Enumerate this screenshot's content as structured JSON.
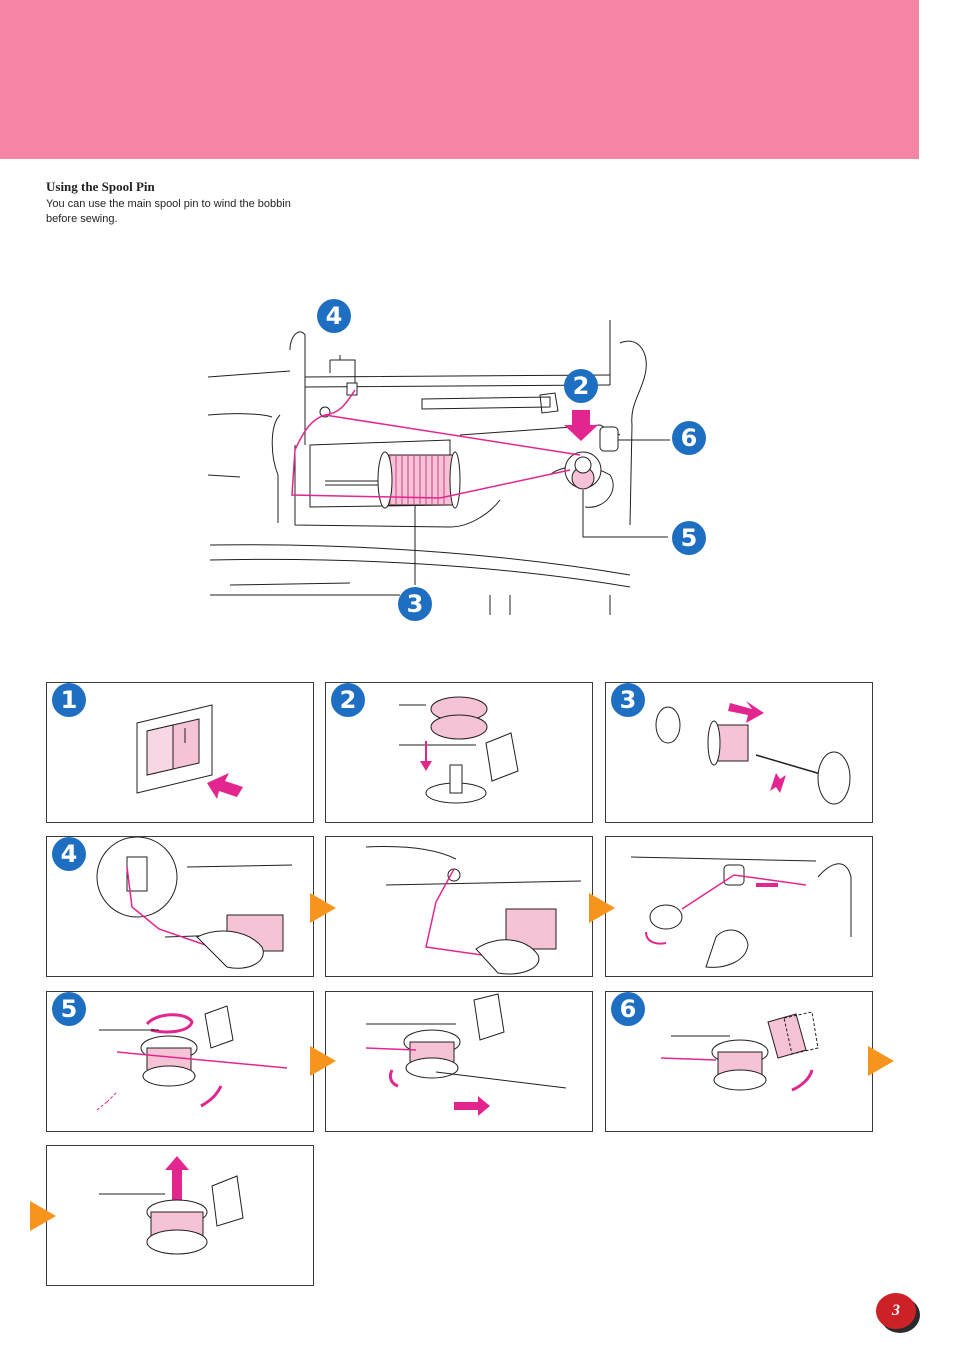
{
  "section": {
    "title": "Using the Spool Pin",
    "description": "You can use the main spool pin to wind the bobbin before sewing."
  },
  "diagram": {
    "callouts": [
      "4",
      "2",
      "6",
      "5",
      "3"
    ]
  },
  "steps": {
    "s1": "1",
    "s2": "2",
    "s3": "3",
    "s4": "4",
    "s5": "5",
    "s6": "6"
  },
  "colors": {
    "header": "#f585a4",
    "badge": "#1e6fc1",
    "thread": "#e3268f",
    "flow_arrow": "#f7941d",
    "page_number": "#cc2127"
  },
  "page_number": "3"
}
